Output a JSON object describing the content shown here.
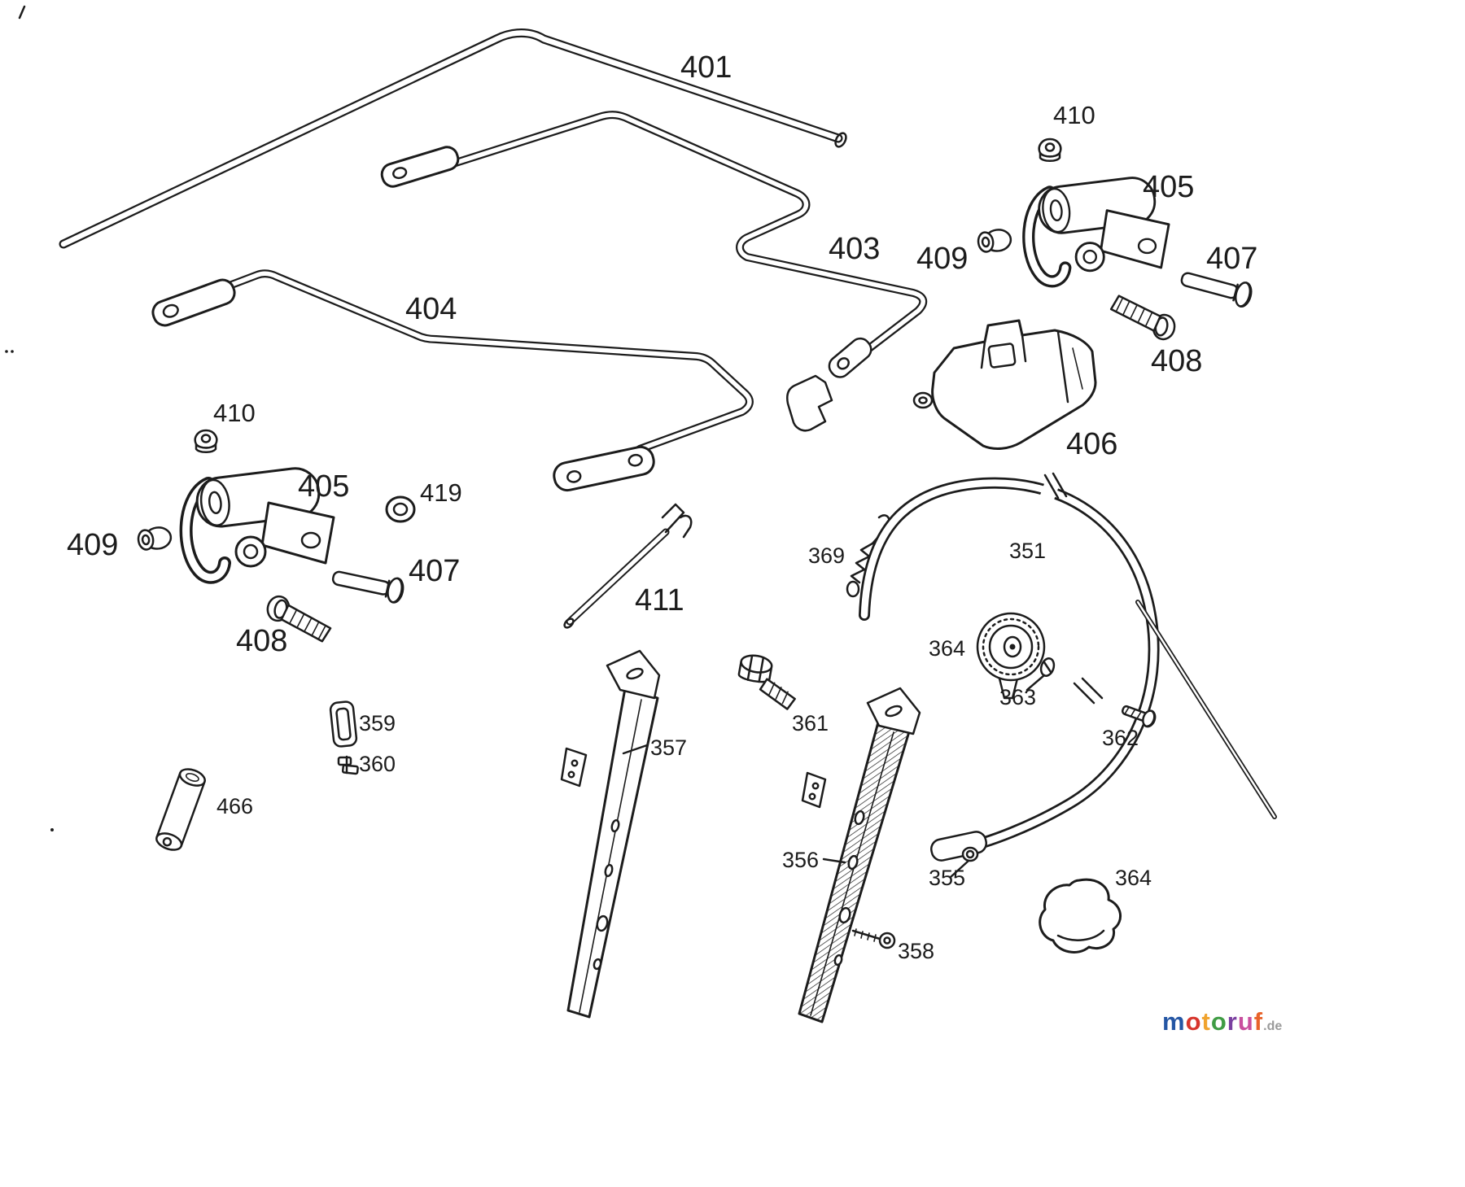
{
  "diagram": {
    "background": "#ffffff",
    "line_color": "#1c1c1c"
  },
  "labels": {
    "l401": "401",
    "l403": "403",
    "l404": "404",
    "l405_right": "405",
    "l405_left": "405",
    "l406": "406",
    "l407_right": "407",
    "l407_left": "407",
    "l408_right": "408",
    "l408_left": "408",
    "l409_right": "409",
    "l409_left": "409",
    "l410_right": "410",
    "l410_left": "410",
    "l411": "411",
    "l419": "419",
    "l351": "351",
    "l355": "355",
    "l356": "356",
    "l357": "357",
    "l358": "358",
    "l359": "359",
    "l360": "360",
    "l361": "361",
    "l362": "362",
    "l363": "363",
    "l364_wheel": "364",
    "l364_knob": "364",
    "l366_roller": "466",
    "l369": "369"
  },
  "watermark": {
    "letters": [
      {
        "char": "m",
        "color": "#2456a4"
      },
      {
        "char": "o",
        "color": "#d7352c"
      },
      {
        "char": "t",
        "color": "#f0a32e"
      },
      {
        "char": "o",
        "color": "#3f9c44"
      },
      {
        "char": "r",
        "color": "#7a3fa0"
      },
      {
        "char": "u",
        "color": "#c94f9e"
      },
      {
        "char": "f",
        "color": "#e8632a"
      }
    ],
    "suffix": ".de",
    "suffix_color": "#9a9a9a"
  }
}
